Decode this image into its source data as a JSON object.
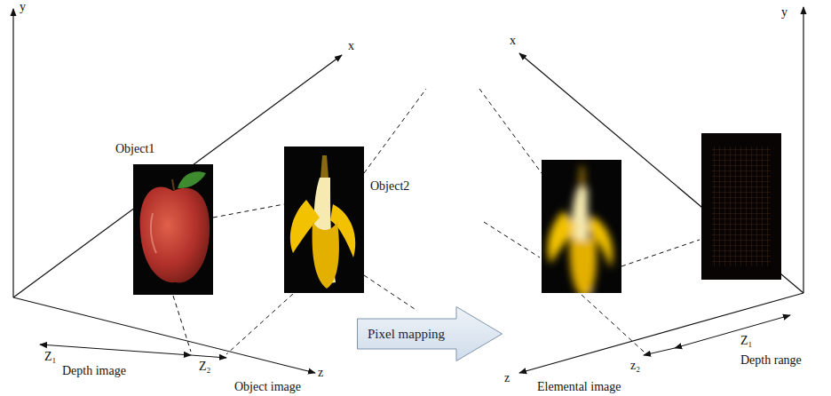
{
  "diagram": {
    "nodes": [
      {
        "text": [
          "Pixel mapping"
        ]
      }
    ],
    "labels": [
      "y",
      "x",
      "Object1",
      "Object2",
      "Z₁",
      "Z₂",
      "Depth image",
      "z",
      "Object image",
      "y",
      "x",
      "z",
      "Z₁",
      "z₂",
      "Depth range",
      "Elemental image"
    ]
  }
}
